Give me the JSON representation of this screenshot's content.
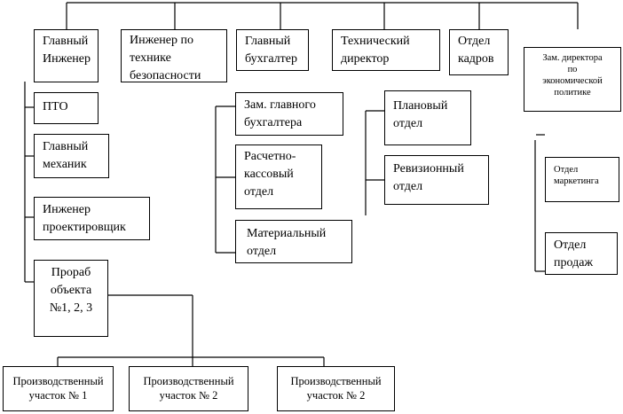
{
  "boxes": {
    "chief_engineer": "Главный\nИнженер",
    "safety_engineer": "Инженер по\nтехнике\nбезопасности",
    "chief_accountant": "Главный\nбухгалтер",
    "technical_director": "Технический\nдиректор",
    "hr": "Отдел\nкадров",
    "deputy_econ": "Зам. директора\nпо\nэкономической\nполитике",
    "pto": "ПТО",
    "chief_mechanic": "Главный\nмеханик",
    "design_engineer": "Инженер\nпроектировщик",
    "foreman": "Прораб\nобъекта\n№1, 2, 3",
    "deputy_accountant": "Зам. главного\nбухгалтера",
    "cash_dept": "Расчетно-\nкассовый\nотдел",
    "material_dept": "Материальный\nотдел",
    "planning_dept": "Плановый\nотдел",
    "audit_dept": "Ревизионный\nотдел",
    "marketing_dept": "Отдел\nмаркетинга",
    "sales_dept": "Отдел\nпродаж",
    "site1": "Производственный\nучасток № 1",
    "site2": "Производственный\nучасток № 2",
    "site3": "Производственный\nучасток № 2"
  }
}
